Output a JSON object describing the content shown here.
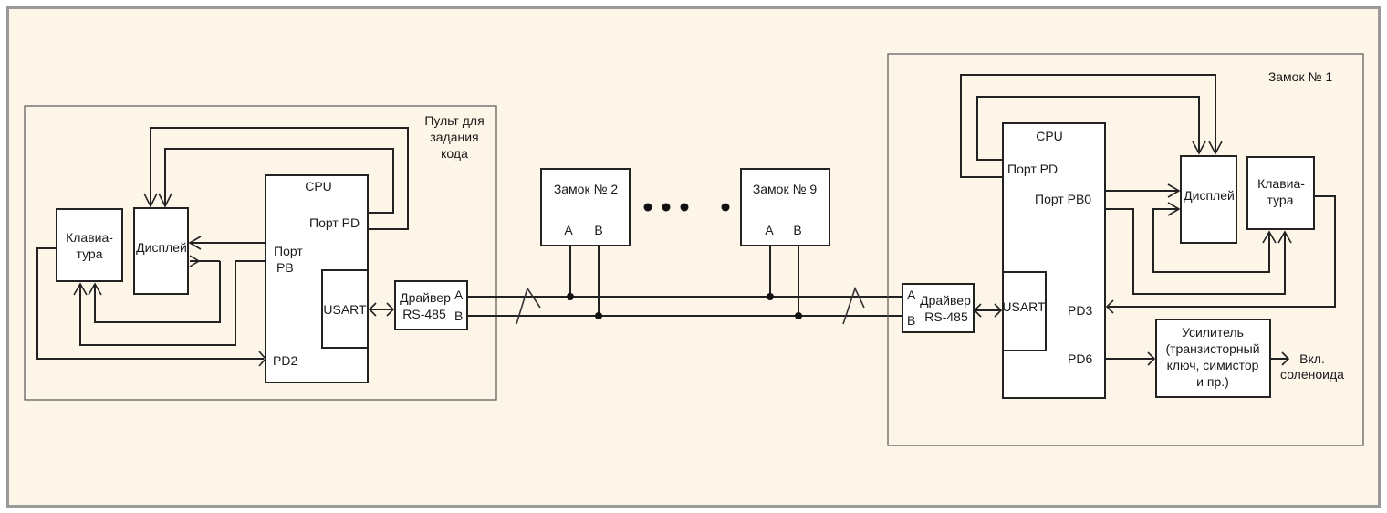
{
  "diagram": {
    "console_group": {
      "title_lines": [
        "Пульт для",
        "задания",
        "кода"
      ],
      "cpu": {
        "label": "CPU",
        "port_pd": "Порт PD",
        "port_pb_lines": [
          "Порт",
          "PB"
        ],
        "pd2": "PD2",
        "usart": "USART"
      },
      "keyboard_lines": [
        "Клавиа-",
        "тура"
      ],
      "display": "Дисплей",
      "driver_lines": [
        "Драйвер",
        "RS-485"
      ],
      "pin_a": "A",
      "pin_b": "B"
    },
    "lock2": {
      "label": "Замок № 2",
      "pin_a": "A",
      "pin_b": "B"
    },
    "lock9": {
      "label": "Замок № 9",
      "pin_a": "A",
      "pin_b": "B"
    },
    "ellipsis": "• • •   •",
    "lock1_group": {
      "title": "Замок № 1",
      "cpu": {
        "label": "CPU",
        "port_pd": "Порт PD",
        "port_pb0": "Порт PB0",
        "pd3": "PD3",
        "pd6": "PD6",
        "usart": "USART"
      },
      "display": "Дисплей",
      "keyboard_lines": [
        "Клавиа-",
        "тура"
      ],
      "driver_lines": [
        "Драйвер",
        "RS-485"
      ],
      "pin_a": "A",
      "pin_b": "B",
      "amplifier_lines": [
        "Усилитель",
        "(транзисторный",
        "ключ, симистор",
        "и пр.)"
      ],
      "output_lines": [
        "Вкл.",
        "соленоида"
      ]
    }
  }
}
